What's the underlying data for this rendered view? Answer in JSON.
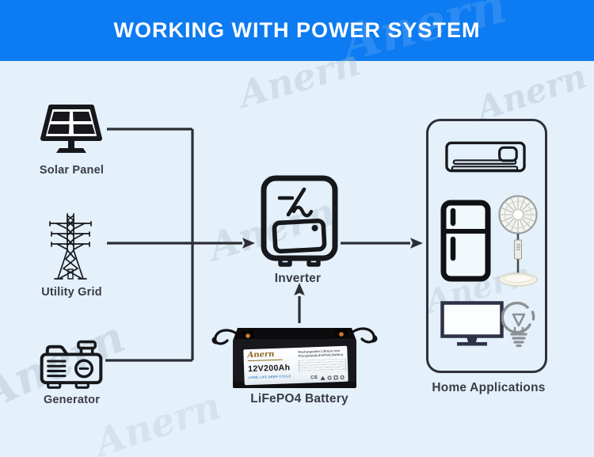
{
  "title": "WORKING WITH POWER SYSTEM",
  "brand_watermark": "Anern",
  "colors": {
    "banner_blue": "#0d7bf1",
    "background": "#e4f1fa",
    "connector_line": "#2d2e34",
    "label_text": "#3a3b45",
    "icon_stroke": "#17181c",
    "tv_icon": "#2e3148",
    "bulb_icon": "#8d9094",
    "battery_terminal": "#cf7b30"
  },
  "sources": [
    {
      "id": "solar-panel",
      "label": "Solar Panel"
    },
    {
      "id": "utility-grid",
      "label": "Utility Grid"
    },
    {
      "id": "generator",
      "label": "Generator"
    }
  ],
  "inverter": {
    "label": "Inverter"
  },
  "battery": {
    "label": "LiFePO4 Battery",
    "brand": "Anern",
    "capacity": "12V200Ah",
    "subtitle": "LONG LIFE DEEP CYCLE",
    "spec_title": "Rechargeable Lithium Iron Phosphate(LiFePO4) Battery",
    "cert_marks": "CE"
  },
  "home": {
    "label": "Home Applications",
    "appliances": [
      "air-conditioner",
      "refrigerator",
      "standing-fan",
      "tv",
      "light-bulb"
    ]
  }
}
